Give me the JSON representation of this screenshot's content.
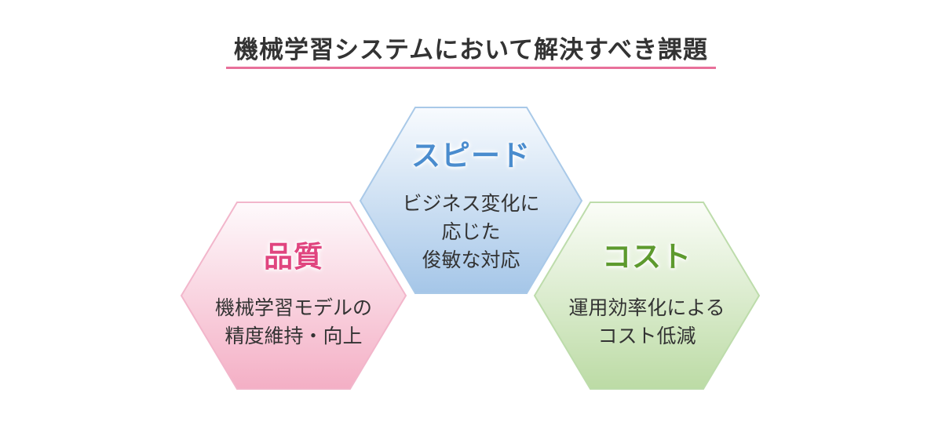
{
  "title": "機械学習システムにおいて解決すべき課題",
  "colors": {
    "title_underline": "#e8709a",
    "quality": "#e0457f",
    "speed": "#4a8cce",
    "cost": "#5d9a2e"
  },
  "hexagons": {
    "quality": {
      "heading": "品質",
      "body": "機械学習モデルの\n精度維持・向上"
    },
    "speed": {
      "heading": "スピード",
      "body": "ビジネス変化に\n応じた\n俊敏な対応"
    },
    "cost": {
      "heading": "コスト",
      "body": "運用効率化による\nコスト低減"
    }
  }
}
